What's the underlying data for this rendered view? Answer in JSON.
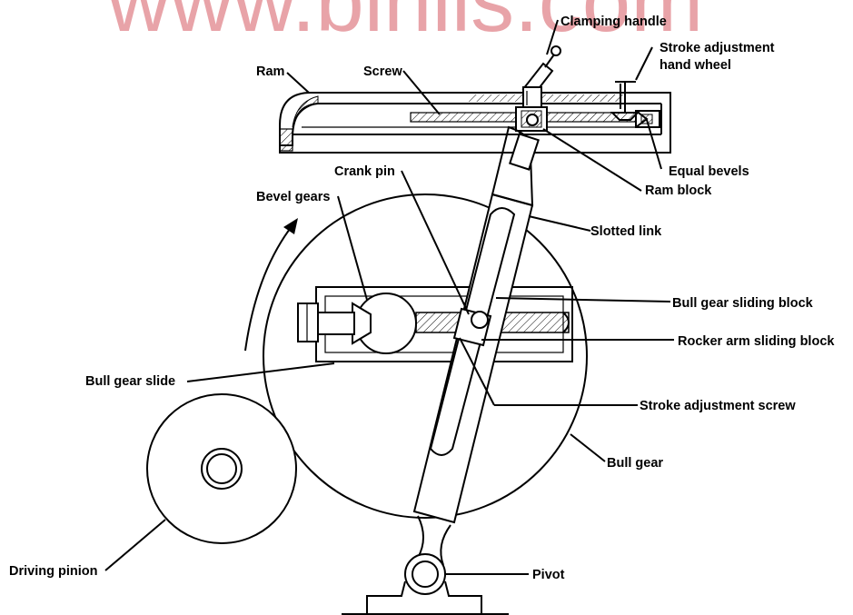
{
  "watermark": "www.binils.com",
  "labels": {
    "clamping_handle": "Clamping handle",
    "stroke_adjustment_hand_wheel_line1": "Stroke adjustment",
    "stroke_adjustment_hand_wheel_line2": "hand wheel",
    "ram": "Ram",
    "screw": "Screw",
    "equal_bevels": "Equal bevels",
    "crank_pin": "Crank pin",
    "ram_block": "Ram block",
    "bevel_gears": "Bevel gears",
    "slotted_link": "Slotted link",
    "bull_gear_sliding_block": "Bull gear sliding block",
    "rocker_arm_sliding_block": "Rocker arm sliding block",
    "bull_gear_slide": "Bull gear slide",
    "stroke_adjustment_screw": "Stroke adjustment screw",
    "bull_gear": "Bull gear",
    "driving_pinion": "Driving pinion",
    "pivot": "Pivot"
  }
}
